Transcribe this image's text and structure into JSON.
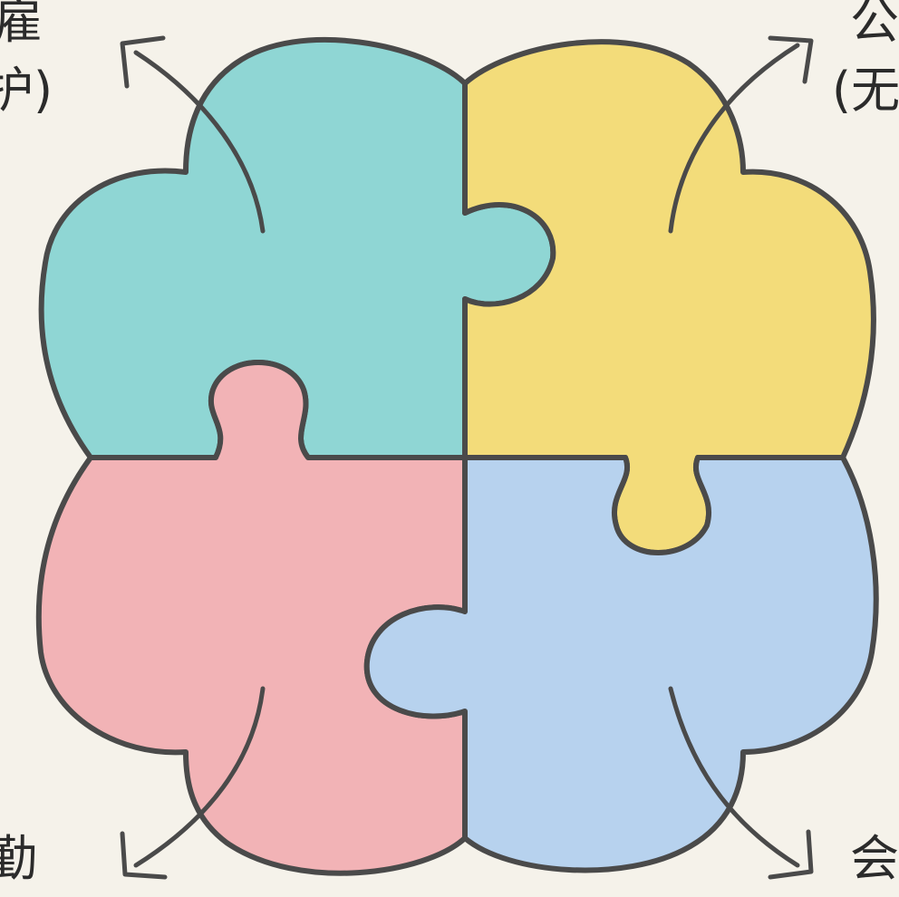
{
  "labels": {
    "top_left_line1": "ˇ雇",
    "top_left_line2": "ˇ护)",
    "top_right_line1": "公",
    "top_right_line2": "(无",
    "bottom_left": "ˇ勤",
    "bottom_right": "会"
  },
  "colors": {
    "background": "#f5f2ea",
    "piece_top_left": "#8fd6d4",
    "piece_top_right": "#f3dc7a",
    "piece_bottom_left": "#f2b3b6",
    "piece_bottom_right": "#b7d2ee",
    "outline": "#4a4a4a"
  },
  "icons": {
    "arrows": [
      "arrow-up-left-icon",
      "arrow-up-right-icon",
      "arrow-down-left-icon",
      "arrow-down-right-icon"
    ]
  }
}
